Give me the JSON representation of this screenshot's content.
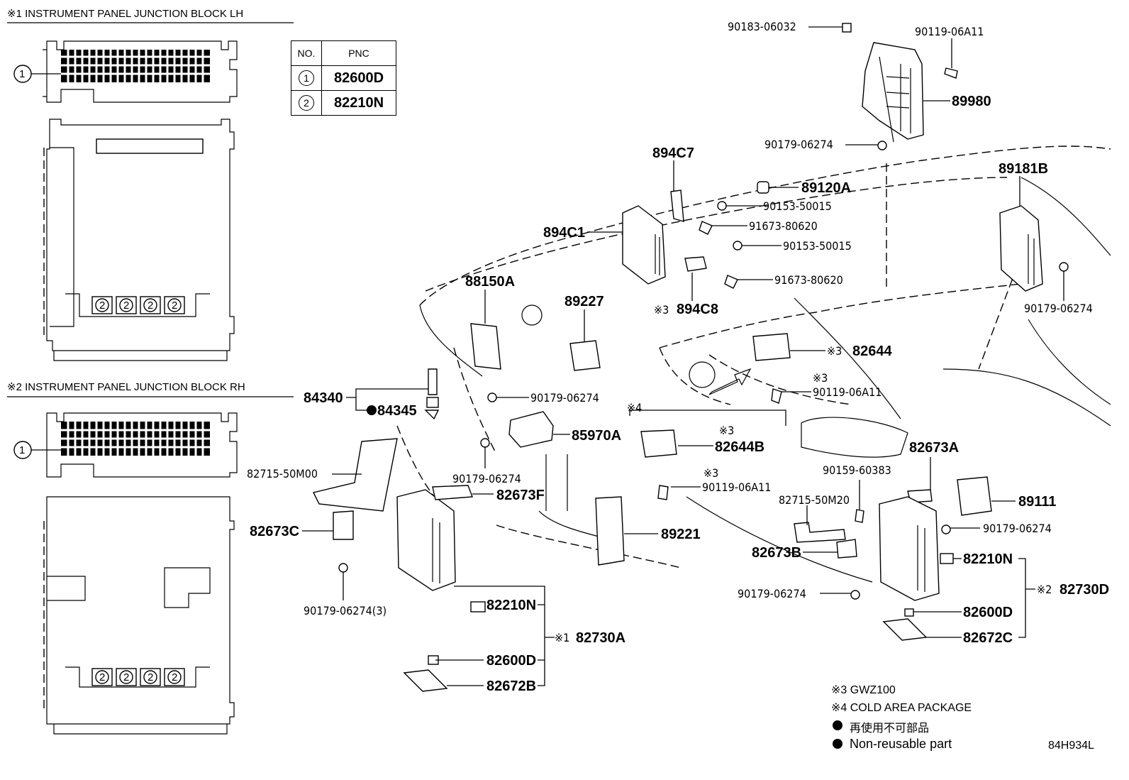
{
  "headers": {
    "lh": "※1 INSTRUMENT PANEL JUNCTION BLOCK LH",
    "rh": "※2 INSTRUMENT PANEL JUNCTION BLOCK RH"
  },
  "table": {
    "col_no": "NO.",
    "col_pnc": "PNC",
    "rows": [
      {
        "no": "1",
        "pnc": "82600D"
      },
      {
        "no": "2",
        "pnc": "82210N"
      }
    ]
  },
  "marker_labels": {
    "one": "1",
    "two": "2"
  },
  "callouts": {
    "c90183_06032": "90183-06032",
    "c90119_06A11_top": "90119-06A11",
    "c89980": "89980",
    "c90179_06274_top": "90179-06274",
    "c894C7": "894C7",
    "c89181B": "89181B",
    "c89120A": "89120A",
    "c90153_50015_a": "90153-50015",
    "c91673_80620_a": "91673-80620",
    "c894C1": "894C1",
    "c90153_50015_b": "90153-50015",
    "c91673_80620_b": "91673-80620",
    "c90179_06274_right": "90179-06274",
    "c88150A": "88150A",
    "c89227": "89227",
    "c894C8": "894C8",
    "note3_a": "※3",
    "c82644": "82644",
    "note3_b": "※3",
    "note3_c": "※3",
    "c90119_06A11_mid": "90119-06A11",
    "c84340": "84340",
    "c84345": "84345",
    "c90179_06274_mid": "90179-06274",
    "note4": "※4",
    "c85970A": "85970A",
    "note3_d": "※3",
    "c82644B": "82644B",
    "c82673A": "82673A",
    "c82715_50M00": "82715-50M00",
    "c90179_06274_lower": "90179-06274",
    "c90159_60383": "90159-60383",
    "note3_e": "※3",
    "c90119_06A11_low": "90119-06A11",
    "c82673F": "82673F",
    "c89111": "89111",
    "c82715_50M20": "82715-50M20",
    "c82673C": "82673C",
    "c89221": "89221",
    "c90179_06274_r2": "90179-06274",
    "c82673B": "82673B",
    "c82210N_r": "82210N",
    "c82730D": "82730D",
    "note2": "※2",
    "c90179_06274_b": "90179-06274",
    "c90179_06274_3": "90179-06274(3)",
    "c82210N_l": "82210N",
    "c82600D_r": "82600D",
    "note1": "※1",
    "c82730A": "82730A",
    "c82672C": "82672C",
    "c82600D_l": "82600D",
    "c82672B": "82672B"
  },
  "legend": {
    "note3": "※3 GWZ100",
    "note4": "※4 COLD AREA PACKAGE",
    "jp": "再使用不可部品",
    "en": "Non-reusable part"
  },
  "diagram_id": "84H934L"
}
